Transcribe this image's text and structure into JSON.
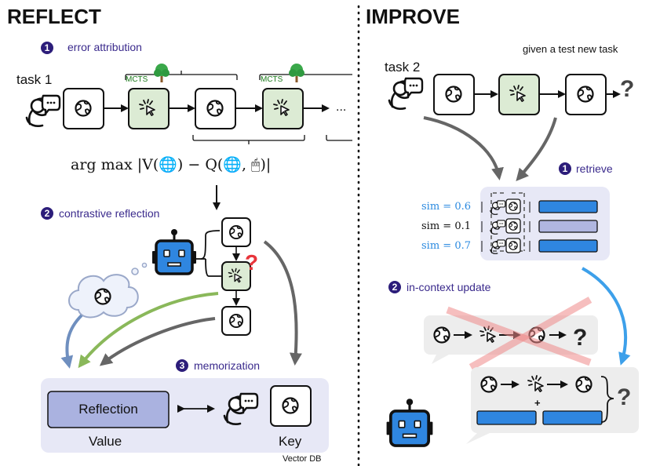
{
  "reflect": {
    "title": "REFLECT",
    "step1": {
      "num": "1",
      "label": "error attribution"
    },
    "task_label": "task 1",
    "mcts_label": "MCTS",
    "ellipsis": "...",
    "formula": "arg max |V(🌐) − Q(🌐, 🖱)|",
    "step2": {
      "num": "2",
      "label": "contrastive reflection"
    },
    "step3": {
      "num": "3",
      "label": "memorization"
    },
    "reflection_box": "Reflection",
    "value_label": "Value",
    "key_label": "Key",
    "db_label": "Vector DB"
  },
  "improve": {
    "title": "IMPROVE",
    "subtitle": "given a test new task",
    "task_label": "task 2",
    "question": "?",
    "step1": {
      "num": "1",
      "label": "retrieve"
    },
    "sims": [
      "sim = 0.6",
      "sim = 0.1",
      "sim = 0.7"
    ],
    "step2": {
      "num": "2",
      "label": "in-context update"
    },
    "plus": "+"
  },
  "colors": {
    "accent_purple": "#2c1d7a",
    "mcts_green": "#dcebd4",
    "panel_lavender": "#e7e8f6",
    "reflection_box": "#aab2e0",
    "blue_bar": "#2f86e0",
    "gray_bar": "#b0b6e0",
    "sim_blue": "#2b8ae0"
  },
  "icons": [
    "globe-icon",
    "cursor-click-icon",
    "user-speaking-icon",
    "robot-icon",
    "tree-icon",
    "thought-cloud-icon",
    "question-mark-icon"
  ]
}
